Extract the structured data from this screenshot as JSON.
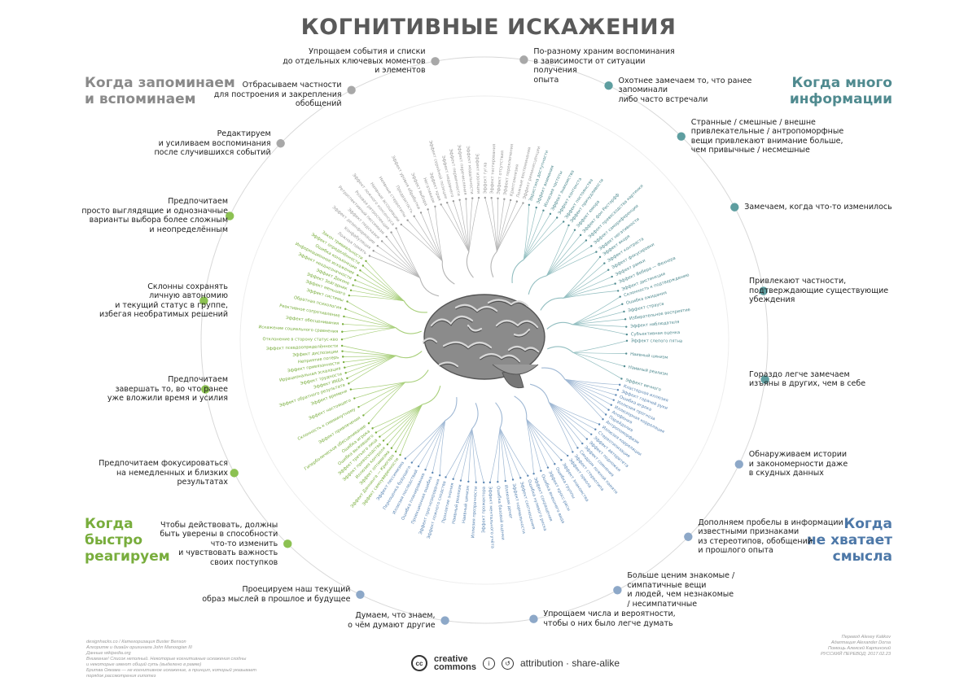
{
  "title": "КОГНИТИВНЫЕ ИСКАЖЕНИЯ",
  "quadrants": [
    {
      "id": "remember",
      "label_lines": [
        "Когда запоминаем",
        "и вспоминаем"
      ],
      "color": "#8a8a8a"
    },
    {
      "id": "info",
      "label_lines": [
        "Когда много",
        "информации"
      ],
      "color": "#4f8a8f"
    },
    {
      "id": "fast",
      "label_lines": [
        "Когда",
        "быстро",
        "реагируем"
      ],
      "color": "#78ad3c"
    },
    {
      "id": "meaning",
      "label_lines": [
        "Когда",
        "не хватает",
        "смысла"
      ],
      "color": "#4d78a8"
    }
  ],
  "reasons": [
    {
      "text_lines": [
        "По-разному храним воспоминания",
        "в зависимости от ситуации получения",
        "опыта"
      ],
      "color": "#a8a8a8"
    },
    {
      "text_lines": [
        "Упрощаем события и списки",
        "до отдельных ключевых моментов",
        "и элементов"
      ],
      "color": "#a8a8a8"
    },
    {
      "text_lines": [
        "Отбрасываем частности",
        "для построения и закрепления обобщений"
      ],
      "color": "#a8a8a8"
    },
    {
      "text_lines": [
        "Редактируем",
        "и усиливаем воспоминания",
        "после случившихся событий"
      ],
      "color": "#a8a8a8"
    },
    {
      "text_lines": [
        "Предпочитаем",
        "просто выглядящие и однозначные",
        "варианты выбора более сложным",
        "и неопределённым"
      ],
      "color": "#8cc152"
    },
    {
      "text_lines": [
        "Склонны сохранять",
        "личную автономию",
        "и текущий статус в группе,",
        "избегая необратимых решений"
      ],
      "color": "#8cc152"
    },
    {
      "text_lines": [
        "Предпочитаем",
        "завершать то, во что ранее",
        "уже вложили время и усилия"
      ],
      "color": "#8cc152"
    },
    {
      "text_lines": [
        "Предпочитаем фокусироваться",
        "на немедленных и близких",
        "результатах"
      ],
      "color": "#8cc152"
    },
    {
      "text_lines": [
        "Чтобы действовать, должны",
        "быть уверены в способности",
        "что-то изменить",
        "и чувствовать важность",
        "своих поступков"
      ],
      "color": "#8cc152"
    },
    {
      "text_lines": [
        "Проецируем наш текущий",
        "образ мыслей в прошлое и будущее"
      ],
      "color": "#8da8c8"
    },
    {
      "text_lines": [
        "Думаем, что знаем,",
        "о чём думают другие"
      ],
      "color": "#8da8c8"
    },
    {
      "text_lines": [
        "Упрощаем числа и вероятности,",
        "чтобы о них было легче думать"
      ],
      "color": "#8da8c8"
    },
    {
      "text_lines": [
        "Больше ценим знакомые /",
        "симпатичные вещи",
        "и людей, чем незнакомые",
        "/ несимпатичные"
      ],
      "color": "#8da8c8"
    },
    {
      "text_lines": [
        "Дополняем пробелы в информации",
        "известными признаками",
        "из стереотипов, обобщений",
        "и прошлого опыта"
      ],
      "color": "#8da8c8"
    },
    {
      "text_lines": [
        "Обнаруживаем истории",
        "и закономерности даже",
        "в скудных данных"
      ],
      "color": "#8da8c8"
    },
    {
      "text_lines": [
        "Гораздо легче замечаем",
        "изъяны в других, чем в себе"
      ],
      "color": "#5e9ea0"
    },
    {
      "text_lines": [
        "Привлекают частности,",
        "подтверждающие существующие",
        "убеждения"
      ],
      "color": "#5e9ea0"
    },
    {
      "text_lines": [
        "Замечаем, когда что-то изменилось"
      ],
      "color": "#5e9ea0"
    },
    {
      "text_lines": [
        "Странные / смешные / внешне",
        "привлекательные / антропоморфные",
        "вещи привлекают внимание больше,",
        "чем привычные / несмешные"
      ],
      "color": "#5e9ea0"
    },
    {
      "text_lines": [
        "Охотнее замечаем то, что ранее запоминали",
        "либо часто встречали"
      ],
      "color": "#5e9ea0"
    }
  ],
  "bias_groups": [
    {
      "items": [
        "Эффект гугла",
        "Эффект тестирования",
        "Эффект отсутствия",
        "Эффект переключения",
        "Криптомнезия",
        "Ложные воспоминания",
        "Эффект реминисценции"
      ]
    },
    {
      "items": [
        "Эффект края",
        "Эффект серийной позиции",
        "Эффект недавнего",
        "Эффект первичности",
        "Эффект перечисления",
        "Эффект модальности",
        "Эффект изоляции"
      ]
    },
    {
      "items": [
        "Неявные ассоциации",
        "Неявные стереотипы",
        "Предвзятость",
        "Эффект уровня обработки",
        "Эффект выбора",
        "Негативизм"
      ]
    },
    {
      "items": [
        "Ложная память",
        "Конфабуляция",
        "Эффект дезинформации",
        "Эффект подсказки",
        "Ретроспективный пессимизм",
        "Розовая ретроспекция",
        "Эффект ложного консенсуса"
      ]
    },
    {
      "items": [
        "Эффект меньшего",
        "Эффект Зейгарник",
        "Эффект Деконе",
        "Эффект неоднозначности",
        "Информационное искажение",
        "Ошибка конъюнкции",
        "Эффект определённости",
        "Закон тривиальности"
      ]
    },
    {
      "items": [
        "Отклонение в сторону статус-кво",
        "Искажение социального сравнения",
        "Эффект обесценивания",
        "Реактивное сопротивление",
        "Обратная психология",
        "Эффект системы"
      ]
    },
    {
      "items": [
        "Эффект обратного результата",
        "Эффект ИКЕА",
        "Эффект трудности",
        "Иррациональная эскалация",
        "Эффект привязанности",
        "Неприятие потерь",
        "Эффект диспозиции",
        "Эффект псевдоопределённости"
      ]
    },
    {
      "items": [
        "Гиперболическое обесценивание",
        "Эффект привлечения",
        "Склонность к сиюминутному",
        "Эффект настоящего",
        "Эффект времени"
      ]
    },
    {
      "items": [
        "Эффект самоуверенности",
        "Эффект Даннинга — Крюгера",
        "Эффект оптимизма",
        "Иллюзия контроля",
        "Эффект превосходства",
        "Эффект третьего лица",
        "Ошибка выжившего",
        "Ошибка игрока"
      ]
    },
    {
      "items": [
        "Эффект прогнозирования",
        "Проекционная ошибка",
        "Ошибка планирования",
        "Иллюзия последствий",
        "Переоценка будущего",
        "Эффект пессимизма"
      ]
    },
    {
      "items": [
        "Эффект прожектора",
        "Иллюзия прозрачности",
        "Наивный цинизм",
        "Наивный реализм",
        "Проклятие знания",
        "Эффект ложного сходства"
      ]
    },
    {
      "items": [
        "Ошибка нулевого риска",
        "Эффект соотношения",
        "Эффект нормальности",
        "Иллюзия денег",
        "Ошибка базовой оценки",
        "Эффект ментального учёта"
      ]
    },
    {
      "items": [
        "Эффект ореола",
        "Эффект знакомства",
        "Ошибка группы",
        "Эффект кросс-расы",
        "Ошибка внешнего вида",
        "Эффект сокращения"
      ]
    },
    {
      "items": [
        "Иллюзия корреляции",
        "Стереотипизация",
        "Эффект авторитета",
        "Эффект подножки",
        "Эффект сомнения",
        "Синдром ложной памяти",
        "Эффект стереотипа"
      ]
    },
    {
      "items": [
        "Кластерная иллюзия",
        "Эффект горячей руки",
        "Ошибка игрока",
        "Иллюзия прогноза",
        "Иллюзорная корреляция",
        "Апофения",
        "Парейдолия",
        "Антропоморфизм"
      ]
    },
    {
      "items": [
        "Эффект слепого пятна",
        "Наивный цинизм",
        "Наивный реализм",
        "Эффект вечного"
      ]
    },
    {
      "items": [
        "Склонность к подтверждению",
        "Ошибка ожидания",
        "Эффект страуса",
        "Избирательное восприятие",
        "Эффект наблюдателя",
        "Субъективная оценка"
      ]
    },
    {
      "items": [
        "Эффект якоря",
        "Эффект контраста",
        "Эффект фокусировки",
        "Эффект рамки",
        "Эффект Вебера — Фехнера",
        "Эффект дистинкции"
      ]
    },
    {
      "items": [
        "Эффект причудливости",
        "Эффект юмора",
        "Эффект фон Ресторфф",
        "Эффект превосходства картинки",
        "Эффект самореференции",
        "Эффект негативности"
      ]
    },
    {
      "items": [
        "Эвристика доступности",
        "Эффект внимания",
        "Иллюзия частоты",
        "Эффект знакомства",
        "Эффект контекста",
        "Эффект постоянства"
      ]
    }
  ],
  "footer": {
    "left_lines": [
      "designhacks.co / Категоризация Buster Benson",
      "Алгоритм и дизайн оригинала John Manoogian III",
      "Данные wikipedia.org",
      "Внимание! Список неполный. Некоторые когнитивные искажения сходны",
      "и некоторые имеют общий суть (выделено в рамке)",
      "Бритва Оккама — не когнитивное искажение, а принцип, который указывает",
      "порядок рассмотрения гипотез"
    ],
    "right_lines": [
      "Перевод Alexey Kalikov",
      "Адаптация Alexander Dorsa",
      "Помощь Алексей Карпинский",
      "РУССКИЙ ПЕРЕВОД: 2017.02.23"
    ],
    "license_brand_top": "creative",
    "license_brand_bottom": "commons",
    "license_logo": "cc",
    "license_badge_by": "i",
    "license_badge_sa": "↺",
    "license_terms": "attribution · share-alike"
  }
}
